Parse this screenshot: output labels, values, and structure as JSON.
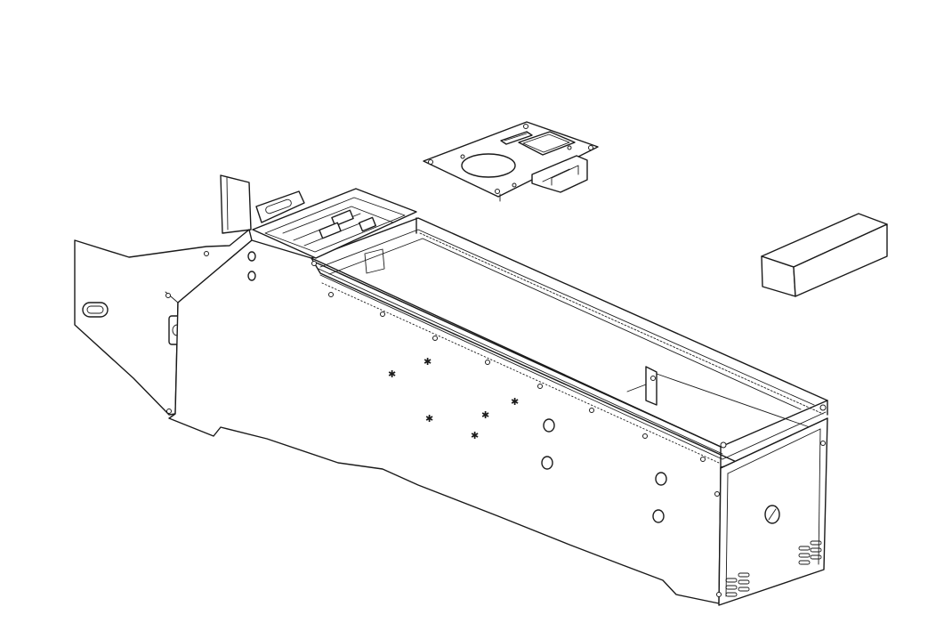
{
  "drawing": {
    "background_color": "#ffffff",
    "line_color": "#1a1a1a",
    "parts": [
      {
        "id": "console-body",
        "icon": "console-housing-icon"
      },
      {
        "id": "mounting-plate",
        "icon": "mounting-plate-icon"
      },
      {
        "id": "foam-block",
        "icon": "rectangular-block-icon"
      }
    ]
  }
}
